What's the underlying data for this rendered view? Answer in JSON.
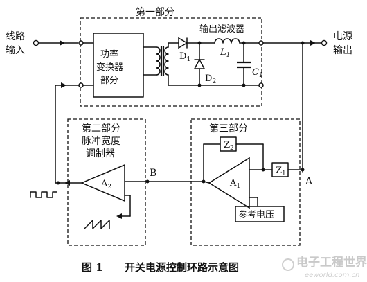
{
  "diagram": {
    "input_label_line1": "线路",
    "input_label_line2": "输入",
    "output_label_line1": "电源",
    "output_label_line2": "输出",
    "part1_title": "第一部分",
    "part2_title_line1": "第二部分",
    "part2_title_line2": "脉冲宽度",
    "part2_title_line3": "调制器",
    "part3_title": "第三部分",
    "converter_line1": "功率",
    "converter_line2": "变换器",
    "converter_line3": "部分",
    "filter_label": "输出滤波器",
    "d1": "D",
    "d1_sub": "1",
    "d2": "D",
    "d2_sub": "2",
    "l1": "L",
    "l1_sub": "1",
    "c1": "C",
    "c1_sub": "1",
    "a1": "A",
    "a1_sub": "1",
    "a2": "A",
    "a2_sub": "2",
    "z1": "Z",
    "z1_sub": "1",
    "z2": "Z",
    "z2_sub": "2",
    "ref_voltage": "参考电压",
    "node_a": "A",
    "node_b": "B"
  },
  "caption": {
    "figure_no": "图 1",
    "title": "开关电源控制环路示意图"
  },
  "watermark": {
    "brand": "电子工程世界",
    "url": "eeworld.com.cn"
  }
}
